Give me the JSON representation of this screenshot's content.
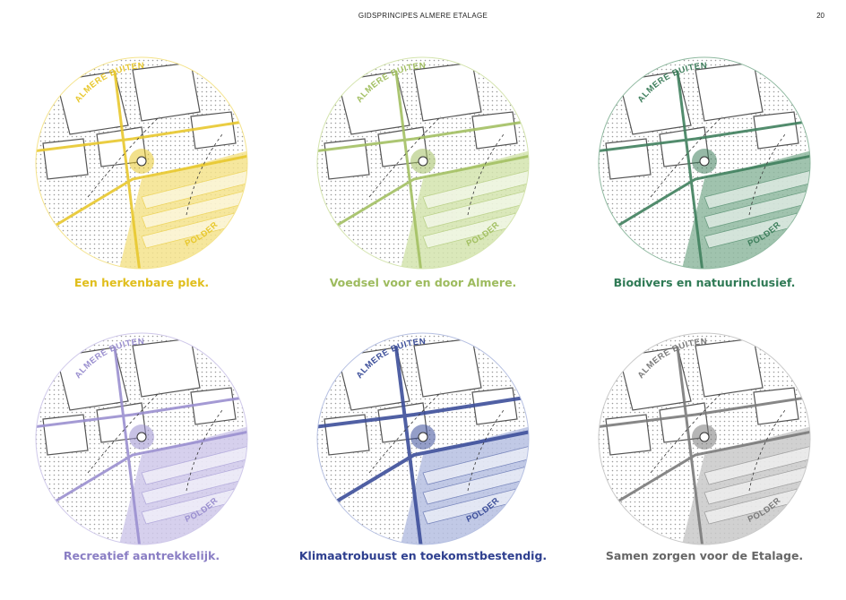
{
  "header": {
    "title": "GIDSPRINCIPES ALMERE ETALAGE",
    "page_number": "20"
  },
  "panels": [
    {
      "caption": "Een herkenbare plek.",
      "label_top": "ALMERE BUITEN",
      "label_bottom": "POLDER",
      "color": "#e8c82e",
      "light": "#f4e38c",
      "caption_color": "#e0be1c",
      "icon": "circle-arrow-icon"
    },
    {
      "caption": "Voedsel voor en door Almere.",
      "label_top": "ALMERE BUITEN",
      "label_bottom": "POLDER",
      "color": "#a3c063",
      "light": "#d4e4ae",
      "caption_color": "#9dbb5e",
      "icon": "crop-field-icon"
    },
    {
      "caption": "Biodivers en natuurinclusief.",
      "label_top": "ALMERE BUITEN",
      "label_bottom": "POLDER",
      "color": "#3f7f5d",
      "light": "#8fb9a0",
      "caption_color": "#2f7a55",
      "icon": "animal-icon"
    },
    {
      "caption": "Recreatief aantrekkelijk.",
      "label_top": "ALMERE BUITEN",
      "label_bottom": "POLDER",
      "color": "#9a8fcf",
      "light": "#cfc8ea",
      "caption_color": "#8a7ec4",
      "icon": "walker-icon"
    },
    {
      "caption": "Klimaatrobuust en toekomstbestendig.",
      "label_top": "ALMERE BUITEN",
      "label_bottom": "POLDER",
      "color": "#3d4f9a",
      "light": "#b6c0e2",
      "caption_color": "#2e3f8f",
      "icon": "rain-cloud-icon"
    },
    {
      "caption": "Samen zorgen voor de Etalage.",
      "label_top": "ALMERE BUITEN",
      "label_bottom": "POLDER",
      "color": "#7a7a7a",
      "light": "#c9c9c9",
      "caption_color": "#666666",
      "icon": "people-icon"
    }
  ]
}
